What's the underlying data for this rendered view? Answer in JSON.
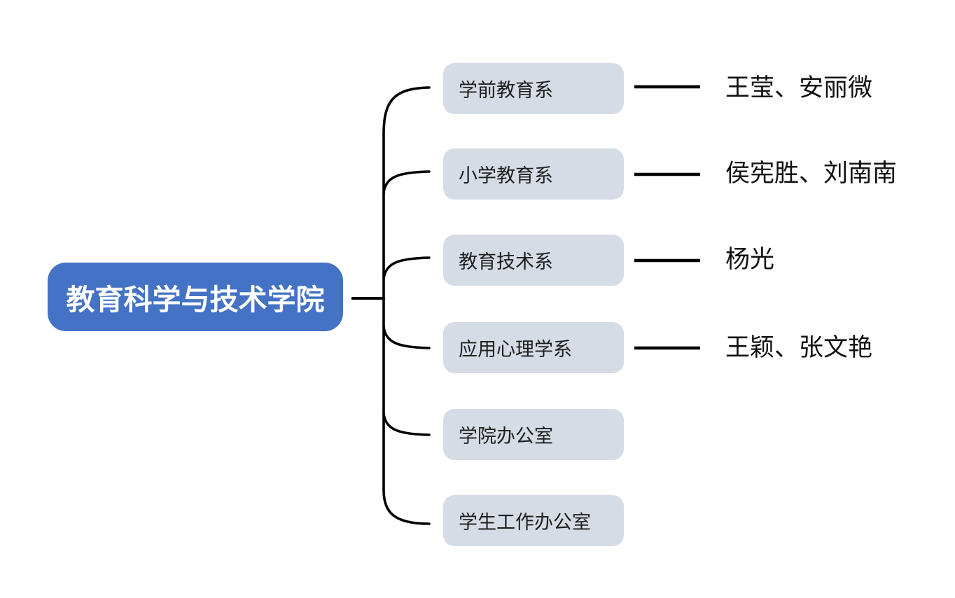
{
  "diagram": {
    "root": {
      "label": "教育科学与技术学院"
    },
    "branches": [
      {
        "label": "学前教育系",
        "members": "王莹、安丽微"
      },
      {
        "label": "小学教育系",
        "members": "侯宪胜、刘南南"
      },
      {
        "label": "教育技术系",
        "members": "杨光"
      },
      {
        "label": "应用心理学系",
        "members": "王颖、张文艳"
      },
      {
        "label": "学院办公室"
      },
      {
        "label": "学生工作办公室"
      }
    ],
    "colors": {
      "root_fill": "#4472C4",
      "root_text": "#FFFFFF",
      "branch_fill": "#D6DCE5",
      "branch_text": "#1E1E1E",
      "member_text": "#111111",
      "line": "#000000",
      "background": "#FFFFFF"
    }
  }
}
